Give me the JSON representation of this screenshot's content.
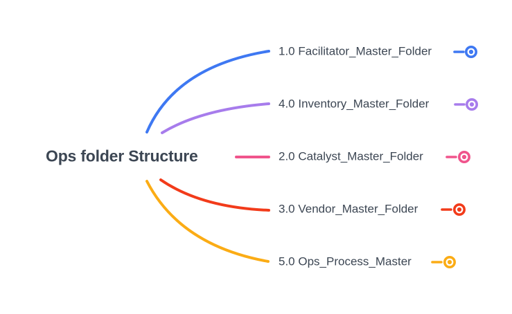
{
  "canvas": {
    "background": "#ffffff",
    "text_color": "#3c4653"
  },
  "root": {
    "label": "Ops folder Structure"
  },
  "branches": [
    {
      "label": "1.0 Facilitator_Master_Folder",
      "color": "#3e78f2"
    },
    {
      "label": "4.0 Inventory_Master_Folder",
      "color": "#a77cec"
    },
    {
      "label": "2.0 Catalyst_Master_Folder",
      "color": "#f0548c"
    },
    {
      "label": "3.0 Vendor_Master_Folder",
      "color": "#f23b1a"
    },
    {
      "label": "5.0 Ops_Process_Master",
      "color": "#fbac15"
    }
  ]
}
